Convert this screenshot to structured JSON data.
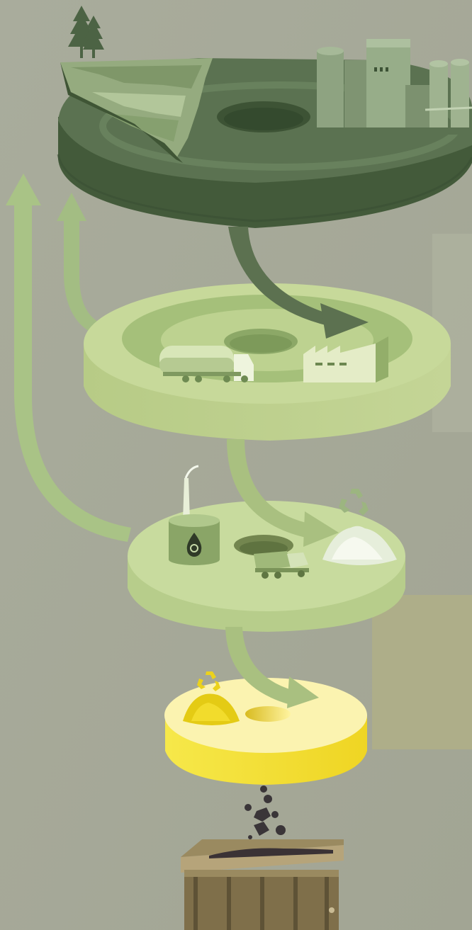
{
  "diagram": {
    "type": "waste-flow-infographic",
    "levels": [
      {
        "name": "mine-and-industrial-site",
        "icons": [
          "open-pit-mine-icon",
          "pine-trees-icon",
          "factory-silos-icon"
        ],
        "color": "#4f6344"
      },
      {
        "name": "transport-and-processing",
        "icons": [
          "tanker-truck-icon",
          "factory-building-icon"
        ],
        "color": "#bccf8c"
      },
      {
        "name": "treatment-and-recycling",
        "icons": [
          "chemical-tank-recycle-icon",
          "dump-truck-icon",
          "recycle-pile-icon"
        ],
        "color": "#bcd291"
      },
      {
        "name": "residual-material",
        "icons": [
          "yellow-recycle-pile-icon"
        ],
        "color": "#f1dd32"
      },
      {
        "name": "disposal-container",
        "icons": [
          "waste-container-icon",
          "falling-debris-icon"
        ],
        "color": "#8a7a55"
      }
    ],
    "arrows": [
      {
        "from": "mine-and-industrial-site",
        "to": "transport-and-processing",
        "color": "#5c7150"
      },
      {
        "from": "transport-and-processing",
        "to": "treatment-and-recycling",
        "color": "#a9c080"
      },
      {
        "from": "treatment-and-recycling",
        "to": "residual-material",
        "color": "#a9c080"
      },
      {
        "from": "transport-and-processing",
        "to": "mine-and-industrial-site",
        "color": "#a7c080"
      },
      {
        "from": "treatment-and-recycling",
        "to": "mine-and-industrial-site",
        "color": "#a7c080"
      }
    ],
    "background": "#a7aa9a"
  }
}
